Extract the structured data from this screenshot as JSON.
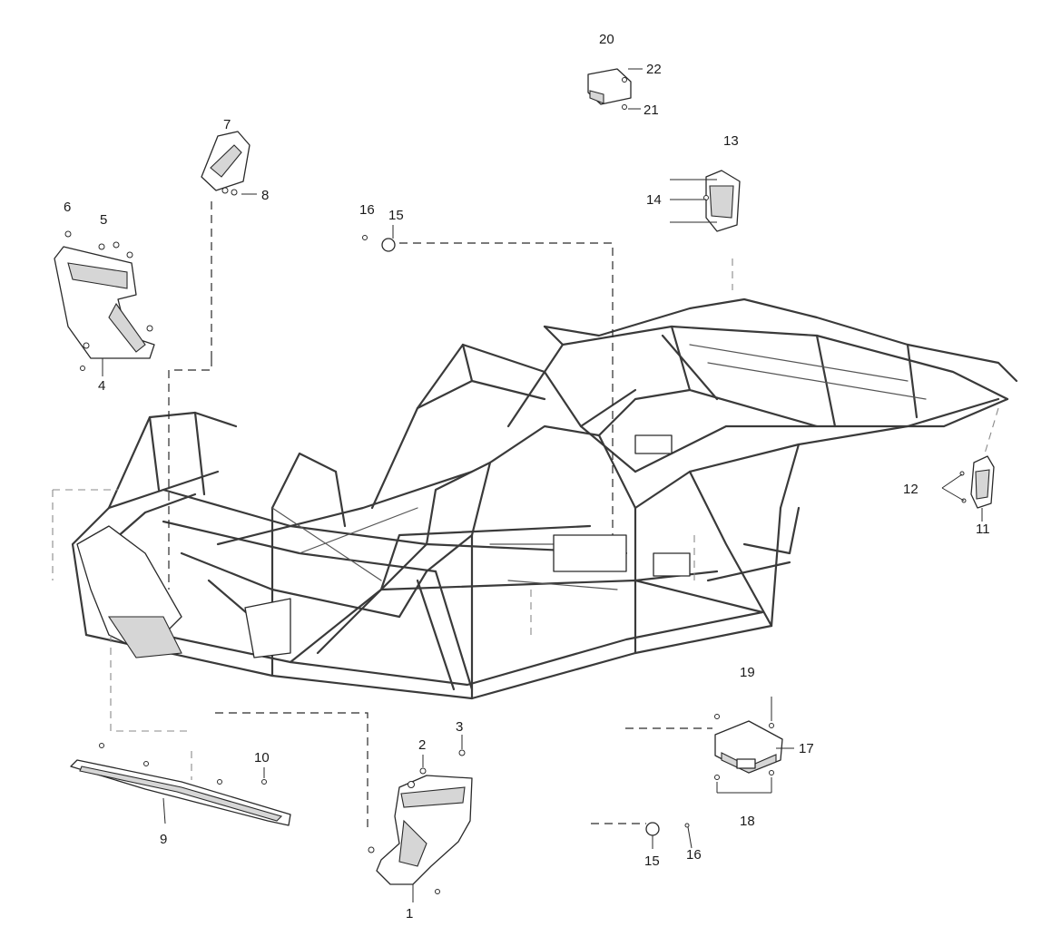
{
  "diagram": {
    "callouts": [
      {
        "id": "c1",
        "label": "1"
      },
      {
        "id": "c2",
        "label": "2"
      },
      {
        "id": "c3",
        "label": "3"
      },
      {
        "id": "c4",
        "label": "4"
      },
      {
        "id": "c5",
        "label": "5"
      },
      {
        "id": "c6",
        "label": "6"
      },
      {
        "id": "c7",
        "label": "7"
      },
      {
        "id": "c8",
        "label": "8"
      },
      {
        "id": "c9",
        "label": "9"
      },
      {
        "id": "c10",
        "label": "10"
      },
      {
        "id": "c11",
        "label": "11"
      },
      {
        "id": "c12",
        "label": "12"
      },
      {
        "id": "c13",
        "label": "13"
      },
      {
        "id": "c14",
        "label": "14"
      },
      {
        "id": "c15a",
        "label": "15"
      },
      {
        "id": "c16a",
        "label": "16"
      },
      {
        "id": "c15b",
        "label": "15"
      },
      {
        "id": "c16b",
        "label": "16"
      },
      {
        "id": "c17",
        "label": "17"
      },
      {
        "id": "c18",
        "label": "18"
      },
      {
        "id": "c19",
        "label": "19"
      },
      {
        "id": "c20",
        "label": "20"
      },
      {
        "id": "c21",
        "label": "21"
      },
      {
        "id": "c22",
        "label": "22"
      }
    ]
  }
}
